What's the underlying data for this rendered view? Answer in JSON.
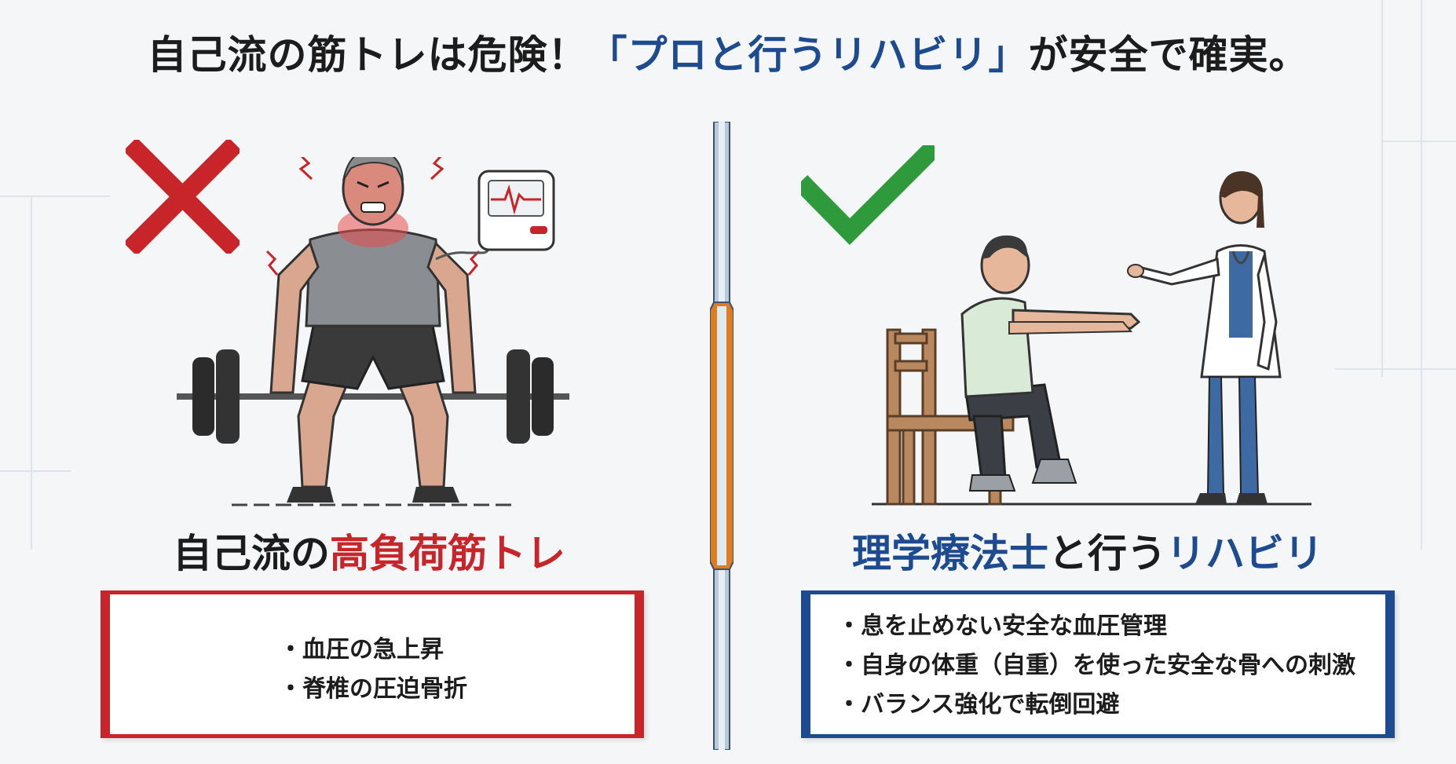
{
  "title": {
    "prefix": "自己流の筋トレは危険！",
    "highlight": "「プロと行うリハビリ」",
    "suffix": "が安全で確実。"
  },
  "left": {
    "heading_plain": "自己流の",
    "heading_accent": "高負荷筋トレ",
    "items": [
      "血圧の急上昇",
      "脊椎の圧迫骨折"
    ],
    "mark_icon": "x-cross-icon",
    "mark_color": "#c8252a"
  },
  "right": {
    "heading_accent1": "理学療法士",
    "heading_plain": "と行う",
    "heading_accent2": "リハビリ",
    "items": [
      "息を止めない安全な血圧管理",
      "自身の体重（自重）を使った安全な骨への刺激",
      "バランス強化で転倒回避"
    ],
    "mark_icon": "check-mark-icon",
    "mark_color": "#2e9a3c"
  },
  "colors": {
    "danger": "#c8252a",
    "safe_blue": "#1e4a8f",
    "check_green": "#2e9a3c",
    "divider_orange": "#e07b1e"
  }
}
